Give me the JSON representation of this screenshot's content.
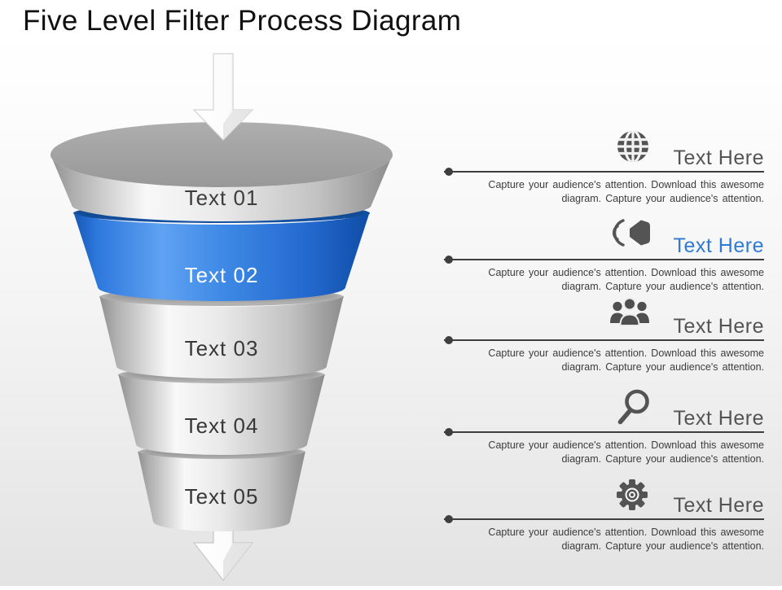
{
  "slide": {
    "title": "Five Level Filter Process Diagram"
  },
  "funnel": {
    "levels": [
      {
        "label": "Text 01",
        "color": "silver"
      },
      {
        "label": "Text 02",
        "color": "blue"
      },
      {
        "label": "Text 03",
        "color": "silver"
      },
      {
        "label": "Text 04",
        "color": "silver"
      },
      {
        "label": "Text 05",
        "color": "silver"
      }
    ],
    "top_arrow": "down-arrow-into-funnel",
    "bottom_arrow": "down-arrow-out-of-funnel"
  },
  "info_rows": [
    {
      "icon": "globe-icon",
      "title": "Text Here",
      "description": "Capture your audience's attention. Download this awesome\ndiagram. Capture your audience's attention."
    },
    {
      "icon": "announcement-icon",
      "title": "Text Here",
      "title_accent": true,
      "description": "Capture your audience's attention. Download this awesome\ndiagram. Capture your audience's attention."
    },
    {
      "icon": "people-icon",
      "title": "Text Here",
      "description": "Capture your audience's attention. Download this awesome\ndiagram. Capture your audience's attention."
    },
    {
      "icon": "search-icon",
      "title": "Text Here",
      "description": "Capture your audience's attention. Download this awesome\ndiagram. Capture your audience's attention."
    },
    {
      "icon": "gear-icon",
      "title": "Text Here",
      "description": "Capture your audience's attention. Download this awesome\ndiagram. Capture your audience's attention."
    }
  ],
  "colors": {
    "accent_blue_text": "#2f7ad4",
    "funnel_blue": "#2e7de0",
    "funnel_silver": "#c0c0c0",
    "icon_gray": "#545454",
    "line_gray": "#3e3e3e",
    "body_text": "#3c3c3c"
  }
}
